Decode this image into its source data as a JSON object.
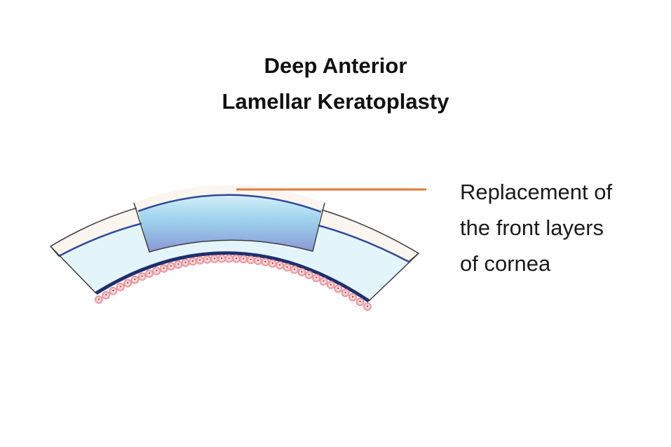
{
  "title": {
    "line1": "Deep Anterior",
    "line2": "Lamellar Keratoplasty"
  },
  "annotation": {
    "line1": "Replacement of",
    "line2": "the front layers",
    "line3": "of cornea"
  },
  "colors": {
    "leader_line": "#e07a3c",
    "epithelium": "#fbf5ef",
    "stroma": "#e4f4fb",
    "graft": "#8fc8e6",
    "bowman_layer": "#2c4a9a",
    "descemet_membrane": "#1e2f6e",
    "endothelium": "#f3a7ac"
  }
}
